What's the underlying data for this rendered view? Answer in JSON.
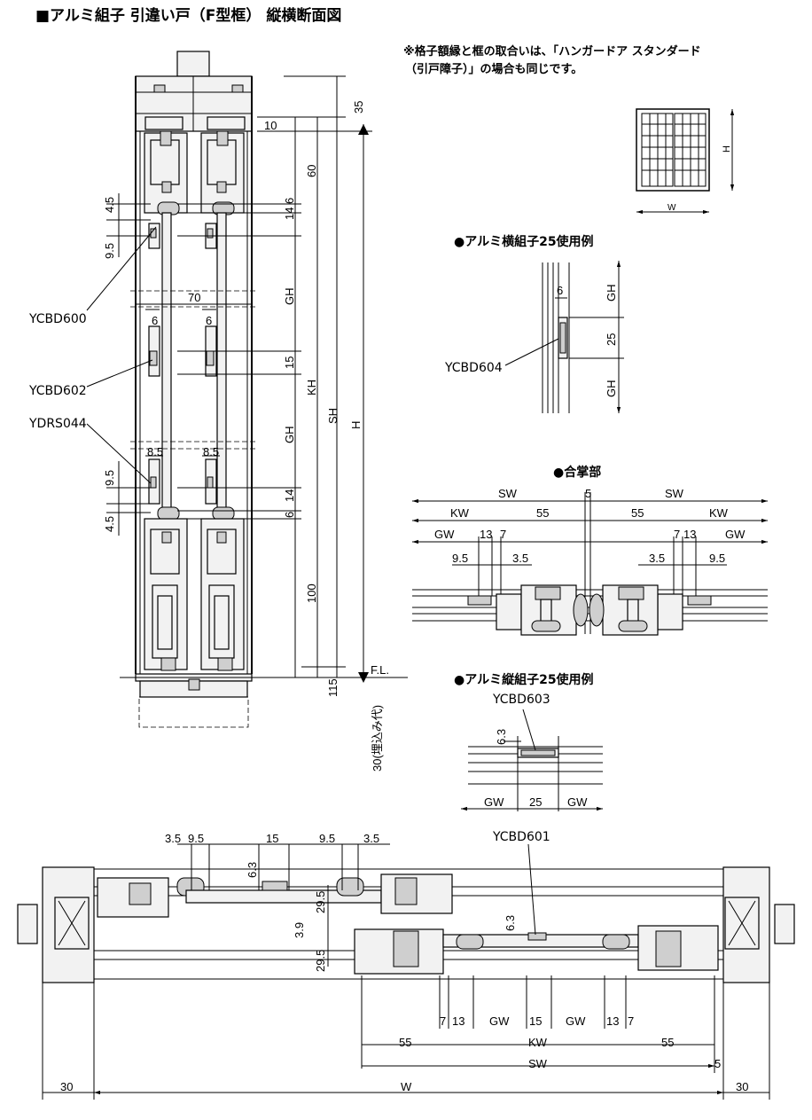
{
  "title": "■アルミ組子 引違い戸（F型框） 縦横断面図",
  "note": {
    "line1": "※格子額縁と框の取合いは、「ハンガードア スタンダード",
    "line2": "（引戸障子）」の場合も同じです。"
  },
  "sections": {
    "yoko": "●アルミ横組子25使用例",
    "gassho": "●合掌部",
    "tate": "●アルミ縦組子25使用例"
  },
  "parts": {
    "ycbd600": "YCBD600",
    "ycbd602": "YCBD602",
    "ydrs044": "YDRS044",
    "ycbd604": "YCBD604",
    "ycbd603": "YCBD603",
    "ycbd601": "YCBD601"
  },
  "vertical_section": {
    "d35": "35",
    "d10": "10",
    "d60": "60",
    "d14a": "14",
    "d6a": "6",
    "d4_5a": "4.5",
    "d9_5a": "9.5",
    "d70": "70",
    "d6b": "6",
    "d6c": "6",
    "gh1": "GH",
    "d15": "15",
    "kh": "KH",
    "sh": "SH",
    "h": "H",
    "gh2": "GH",
    "d8_5a": "8.5",
    "d8_5b": "8.5",
    "d9_5b": "9.5",
    "d4_5b": "4.5",
    "d14b": "14",
    "d6d": "6",
    "d100": "100",
    "d115": "115",
    "fl": "F.L.",
    "embed": "30(埋込み代)"
  },
  "key_plan": {
    "h": "H",
    "w": "W"
  },
  "yoko_detail": {
    "d6": "6",
    "gh1": "GH",
    "d25": "25",
    "gh2": "GH"
  },
  "gassho_detail": {
    "sw_l": "SW",
    "d5": "5",
    "sw_r": "SW",
    "kw_l": "KW",
    "d55_l": "55",
    "d55_r": "55",
    "kw_r": "KW",
    "gw_l": "GW",
    "d13_l": "13",
    "d7_l": "7",
    "d7_r": "7",
    "d13_r": "13",
    "gw_r": "GW",
    "d9_5_l": "9.5",
    "d3_5_l": "3.5",
    "d3_5_r": "3.5",
    "d9_5_r": "9.5"
  },
  "tate_detail": {
    "d6_3": "6.3",
    "gw_l": "GW",
    "d25": "25",
    "gw_r": "GW"
  },
  "horizontal_section": {
    "d3_5a": "3.5",
    "d9_5a": "9.5",
    "d15a": "15",
    "d6_3a": "6.3",
    "d9_5b": "9.5",
    "d3_5b": "3.5",
    "d29_5a": "29.5",
    "d3_9": "3.9",
    "d29_5b": "29.5",
    "d6_3b": "6.3",
    "d7a": "7",
    "d13a": "13",
    "gw1": "GW",
    "d15b": "15",
    "gw2": "GW",
    "d13b": "13",
    "d7b": "7",
    "d55a": "55",
    "kw": "KW",
    "d55b": "55",
    "sw": "SW",
    "d5": "5",
    "d30a": "30",
    "w": "W",
    "d30b": "30"
  }
}
